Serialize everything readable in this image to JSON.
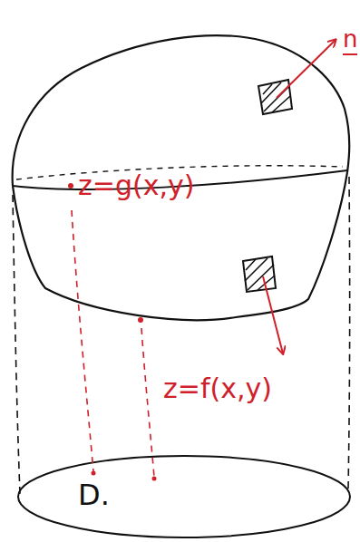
{
  "diagram": {
    "labels": [
      "n",
      "z=g(x,y)",
      "z=f(x,y)",
      "D."
    ]
  }
}
